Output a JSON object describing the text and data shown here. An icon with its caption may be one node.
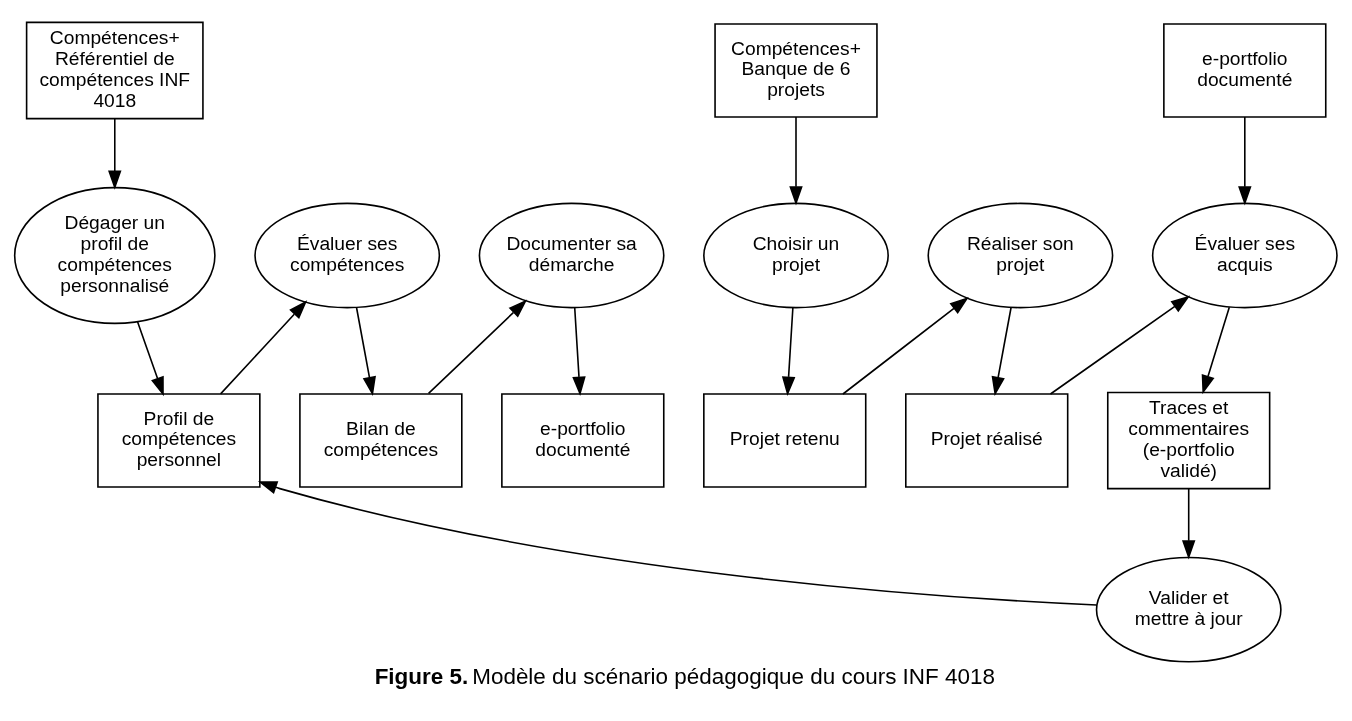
{
  "diagram": {
    "caption": "**Figure 5.** Modèle du scénario pédagogique du cours INF 4018",
    "nodes": [
      {
        "text": [
          "Compétences+ Référentiel de compétences INF 4018"
        ]
      },
      {
        "text": [
          "Compétences+ Banque de 6 projets"
        ]
      },
      {
        "text": [
          "e-portfolio documenté"
        ]
      },
      {
        "text": [
          "Dégager un profil de compétences personnalisé"
        ]
      },
      {
        "text": [
          "Évaluer ses compétences"
        ]
      },
      {
        "text": [
          "Documenter sa démarche"
        ]
      },
      {
        "text": [
          "Choisir un projet"
        ]
      },
      {
        "text": [
          "Réaliser son projet"
        ]
      },
      {
        "text": [
          "Évaluer ses acquis"
        ]
      },
      {
        "text": [
          "Profil de compétences personnel"
        ]
      },
      {
        "text": [
          "Bilan de compétences"
        ]
      },
      {
        "text": [
          "e-portfolio documenté"
        ]
      },
      {
        "text": [
          "Projet retenu"
        ]
      },
      {
        "text": [
          "Projet réalisé"
        ]
      },
      {
        "text": [
          "Traces et commentaires (e-portfolio validé)"
        ]
      },
      {
        "text": [
          "Valider et mettre à jour"
        ]
      }
    ],
    "edges": [
      {
        "from": 0,
        "to": 3,
        "arrow": "to"
      },
      {
        "from": 3,
        "to": 9,
        "arrow": "to"
      },
      {
        "from": 9,
        "to": 4,
        "arrow": "to"
      },
      {
        "from": 4,
        "to": 10,
        "arrow": "to"
      },
      {
        "from": 10,
        "to": 5,
        "arrow": "to"
      },
      {
        "from": 5,
        "to": 11,
        "arrow": "to"
      },
      {
        "from": 1,
        "to": 6,
        "arrow": "to"
      },
      {
        "from": 6,
        "to": 12,
        "arrow": "to"
      },
      {
        "from": 12,
        "to": 7,
        "arrow": "to"
      },
      {
        "from": 7,
        "to": 13,
        "arrow": "to"
      },
      {
        "from": 13,
        "to": 8,
        "arrow": "to"
      },
      {
        "from": 2,
        "to": 8,
        "arrow": "to"
      },
      {
        "from": 8,
        "to": 14,
        "arrow": "to"
      },
      {
        "from": 14,
        "to": 15,
        "arrow": "to"
      },
      {
        "from": 15,
        "to": 9,
        "arrow": "to"
      }
    ]
  }
}
